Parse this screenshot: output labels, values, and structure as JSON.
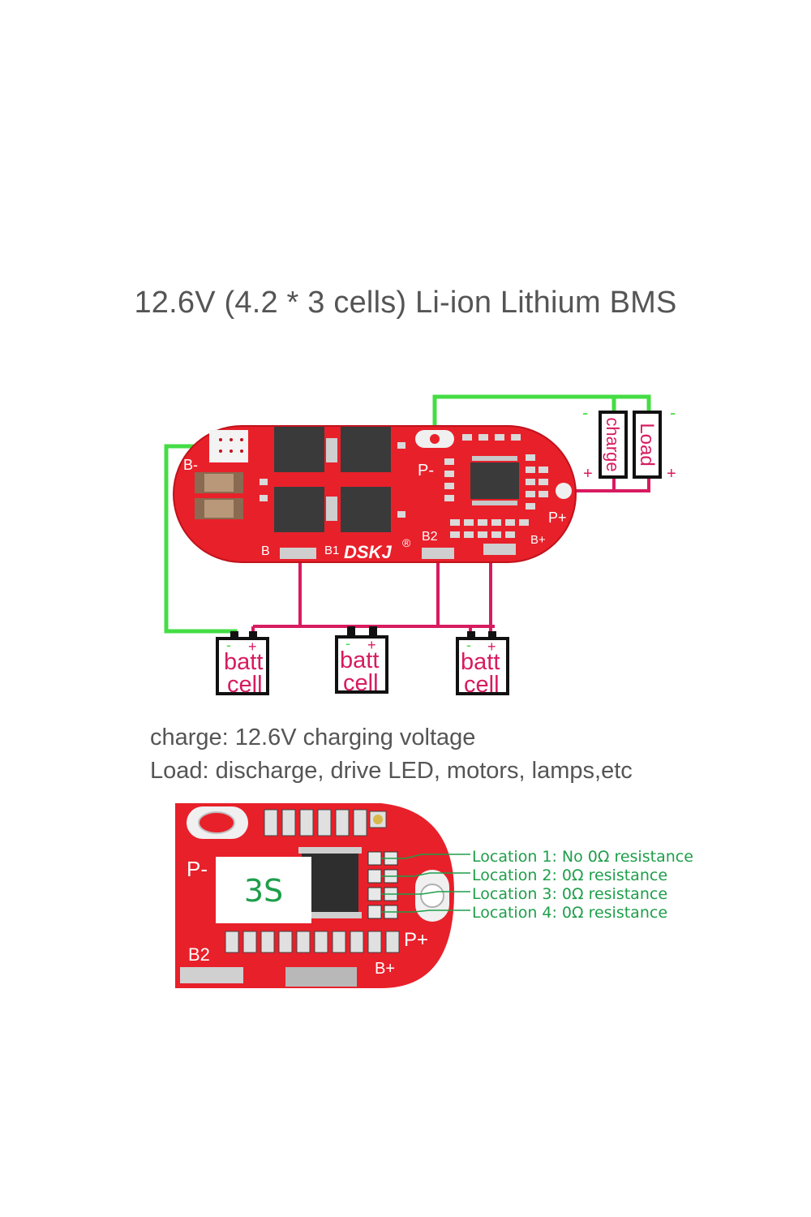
{
  "title": "12.6V (4.2 * 3 cells) Li-ion Lithium BMS",
  "board": {
    "brand": "DSKJ",
    "registered": "®",
    "pad_bminus": "B-",
    "pad_b": "B",
    "pad_b1": "B1",
    "pad_b2": "B2",
    "pad_pminus": "P-",
    "pad_pplus": "P+",
    "pad_bplus": "B+"
  },
  "ports": {
    "charge": "charge",
    "load": "Load",
    "minus": "-",
    "plus": "+"
  },
  "cells": [
    {
      "line1": "batt",
      "line2": "cell",
      "minus": "-",
      "plus": "+"
    },
    {
      "line1": "batt",
      "line2": "cell",
      "minus": "-",
      "plus": "+"
    },
    {
      "line1": "batt",
      "line2": "cell",
      "minus": "-",
      "plus": "+"
    }
  ],
  "descriptions": {
    "charge": "charge: 12.6V charging voltage",
    "load": "Load: discharge, drive LED, motors, lamps,etc"
  },
  "closeup": {
    "badge": "3S",
    "pad_pminus": "P-",
    "pad_b2": "B2",
    "pad_pplus": "P+",
    "pad_bplus": "B+"
  },
  "locations": [
    "Location 1: No 0Ω resistance",
    "Location 2: 0Ω resistance",
    "Location 3: 0Ω resistance",
    "Location 4: 0Ω resistance"
  ],
  "colors": {
    "pcb": "#e8202a",
    "wire_green": "#44dd44",
    "wire_pink": "#d81b60",
    "label_green": "#1e9e4a",
    "text_gray": "#555555"
  }
}
